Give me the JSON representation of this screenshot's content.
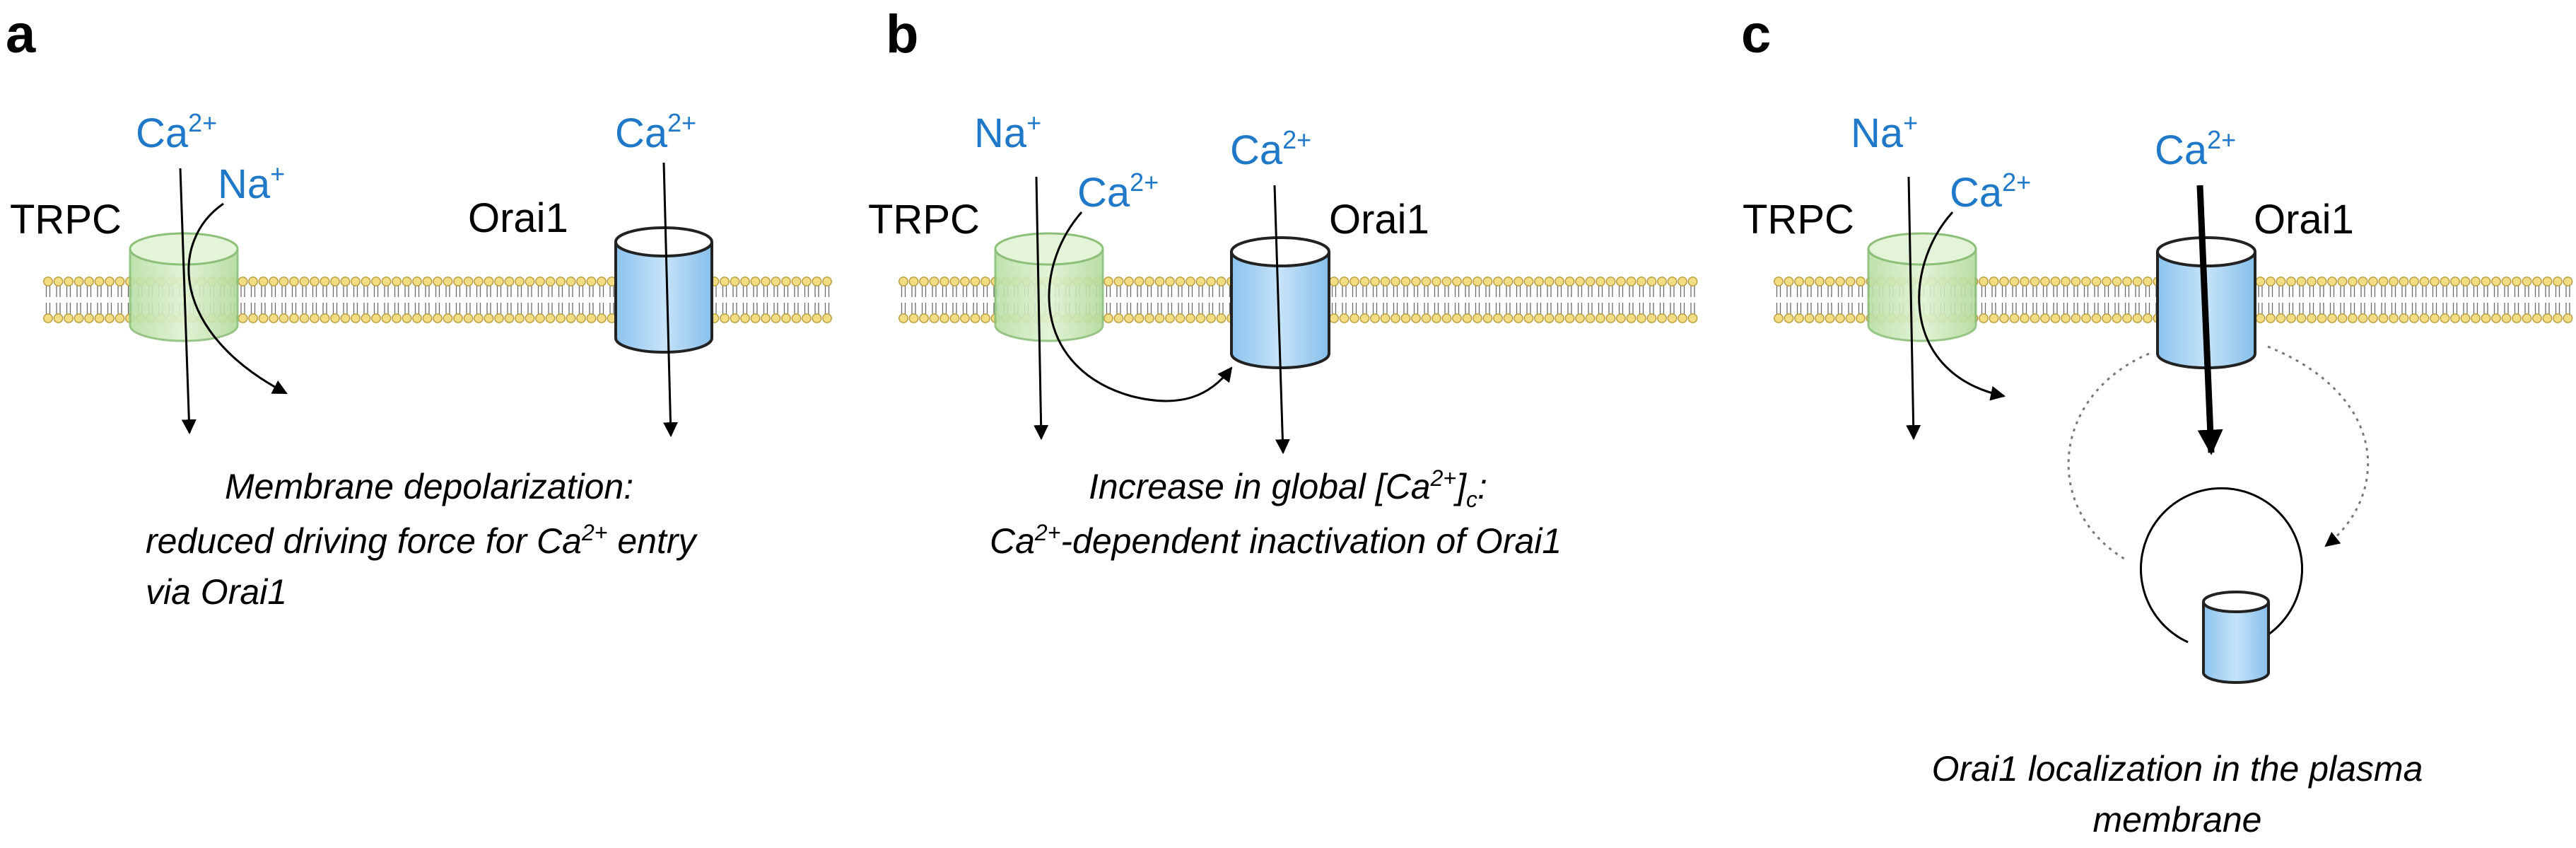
{
  "panels": {
    "a": {
      "panel_label": "a",
      "trpc_label": "TRPC",
      "orai_label": "Orai1",
      "trpc_ion_1": {
        "base": "Ca",
        "charge": "2+"
      },
      "trpc_ion_2": {
        "base": "Na",
        "charge": "+"
      },
      "orai_ion": {
        "base": "Ca",
        "charge": "2+"
      },
      "caption": {
        "line1": "Membrane depolarization:",
        "line2_pre": "reduced driving force for Ca",
        "line2_sup": "2+",
        "line2_post": " entry",
        "line3": "via Orai1"
      }
    },
    "b": {
      "panel_label": "b",
      "trpc_label": "TRPC",
      "orai_label": "Orai1",
      "trpc_ion_1": {
        "base": "Na",
        "charge": "+"
      },
      "trpc_ion_2": {
        "base": "Ca",
        "charge": "2+"
      },
      "orai_ion": {
        "base": "Ca",
        "charge": "2+"
      },
      "caption": {
        "line1_pre": "Increase in global [Ca",
        "line1_sup": "2+",
        "line1_mid": "]",
        "line1_sub": "c",
        "line1_post": ":",
        "line2_pre": "Ca",
        "line2_sup": "2+",
        "line2_post": "-dependent inactivation of Orai1"
      }
    },
    "c": {
      "panel_label": "c",
      "trpc_label": "TRPC",
      "orai_label": "Orai1",
      "trpc_ion_1": {
        "base": "Na",
        "charge": "+"
      },
      "trpc_ion_2": {
        "base": "Ca",
        "charge": "2+"
      },
      "orai_ion": {
        "base": "Ca",
        "charge": "2+"
      },
      "caption": {
        "line1": "Orai1 localization in the plasma",
        "line2": "membrane"
      }
    }
  },
  "colors": {
    "trpc_fill": "#cde9bd",
    "trpc_stroke": "#8cbf78",
    "orai_fill": "#a9d3f2",
    "orai_stroke": "#222222",
    "ion_text": "#1f78c8",
    "lipid_head_fill": "#f3dd84",
    "lipid_head_stroke": "#b99a3a"
  }
}
